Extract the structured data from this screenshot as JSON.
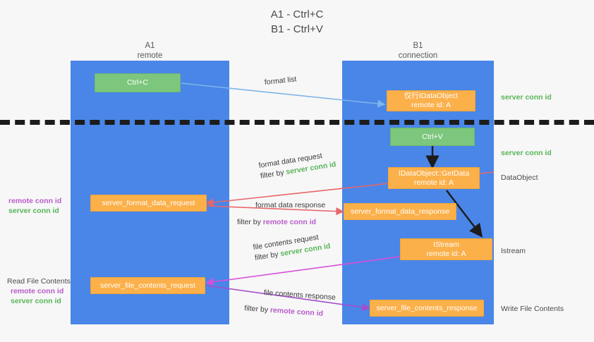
{
  "title": {
    "line1": "A1 - Ctrl+C",
    "line2": "B1 - Ctrl+V"
  },
  "columns": [
    {
      "id": "a1",
      "name": "A1",
      "sub": "remote"
    },
    {
      "id": "b1",
      "name": "B1",
      "sub": "connection"
    }
  ],
  "boxes": {
    "ctrl_c": {
      "line1": "Ctrl+C",
      "line2": ""
    },
    "idataobject_top": {
      "line1": "仅行IDataObject",
      "line2": "remote id: A"
    },
    "ctrl_v": {
      "line1": "Ctrl+V",
      "line2": ""
    },
    "idataobject_getdata": {
      "line1": "IDataObject::GetData",
      "line2": "remote id: A"
    },
    "server_format_data_request": {
      "line1": "server_format_data_request",
      "line2": ""
    },
    "server_format_data_response": {
      "line1": "server_format_data_response",
      "line2": ""
    },
    "istream": {
      "line1": "IStream",
      "line2": "remote id: A"
    },
    "server_file_contents_request": {
      "line1": "server_file_contents_request",
      "line2": ""
    },
    "server_file_contents_response": {
      "line1": "server_file_contents_response",
      "line2": ""
    }
  },
  "arrow_labels": {
    "format_list": "format list",
    "format_data_request": "format data request",
    "format_data_request_filter_prefix": "filter by ",
    "format_data_request_filter_value": "server conn id",
    "format_data_response": "format data response",
    "format_data_response_filter_prefix": "filter by ",
    "format_data_response_filter_value": "remote conn id",
    "file_contents_request": "file contents request",
    "file_contents_request_filter_prefix": "filter by ",
    "file_contents_request_filter_value": "server conn id",
    "file_contents_response": "file contents response",
    "file_contents_response_filter_prefix": "filter by ",
    "file_contents_response_filter_value": "remote conn id"
  },
  "right_annotations": {
    "server_conn_id_1": "server conn id",
    "server_conn_id_2": "server conn id",
    "dataobject": "DataObject",
    "istream": "Istream",
    "write_file_contents": "Write File Contents"
  },
  "left_annotations": {
    "format_remote_conn_id": "remote conn id",
    "format_server_conn_id": "server conn id",
    "read_file_contents": "Read File Contents",
    "file_remote_conn_id": "remote conn id",
    "file_server_conn_id": "server conn id"
  },
  "colors": {
    "lane": "#4a86e8",
    "green_box": "#7dc67d",
    "orange_box": "#fbb04a",
    "green_text": "#58b558",
    "purple_text": "#b85cc9",
    "light_blue_arrow": "#7cb5e8",
    "red_arrow": "#e8656a",
    "magenta_arrow": "#d94fd9",
    "purple_arrow": "#a64ccc",
    "black_arrow": "#1c1c1c",
    "background": "#f7f7f7"
  }
}
